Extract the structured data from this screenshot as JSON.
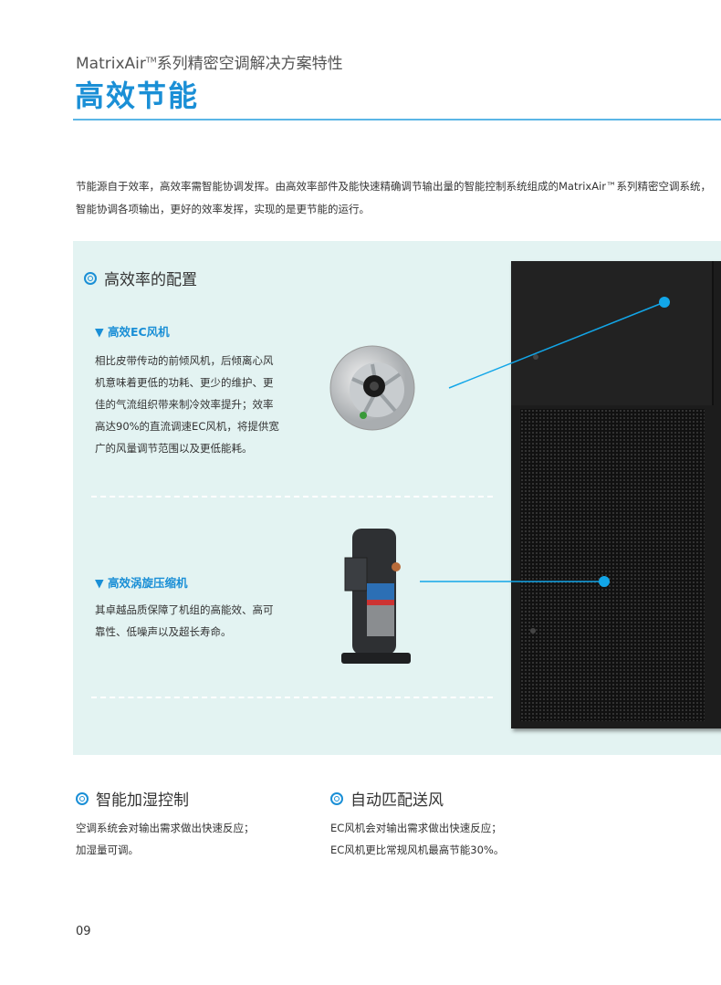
{
  "header": {
    "series_name": "MatrixAir",
    "tm": "TM",
    "subtitle_rest": "系列精密空调解决方案特性",
    "title": "高效节能"
  },
  "intro": {
    "text": "节能源自于效率，高效率需智能协调发挥。由高效率部件及能快速精确调节输出量的智能控制系统组成的MatrixAir™系列精密空调系统，智能协调各项输出，更好的效率发挥，实现的是更节能的运行。"
  },
  "config": {
    "heading": "高效率的配置",
    "fan": {
      "title": "▼ 高效EC风机",
      "lines": [
        "相比皮带传动的前倾风机，后倾离心风",
        "机意味着更低的功耗、更少的维护、更",
        "佳的气流组织带来制冷效率提升；效率",
        "高达90%的直流调速EC风机，将提供宽",
        "广的风量调节范围以及更低能耗。"
      ]
    },
    "compressor": {
      "title": "▼ 高效涡旋压缩机",
      "lines": [
        "其卓越品质保障了机组的高能效、高可",
        "靠性、低噪声以及超长寿命。"
      ]
    }
  },
  "features": [
    {
      "heading": "智能加湿控制",
      "lines": [
        "空调系统会对输出需求做出快速反应；",
        "加湿量可调。"
      ]
    },
    {
      "heading": "自动匹配送风",
      "lines": [
        "EC风机会对输出需求做出快速反应；",
        "EC风机更比常规风机最高节能30%。"
      ]
    }
  ],
  "page_number": "09",
  "colors": {
    "accent": "#1a8fd6",
    "panel": "#e3f3f2",
    "callout": "#12a6e8"
  }
}
